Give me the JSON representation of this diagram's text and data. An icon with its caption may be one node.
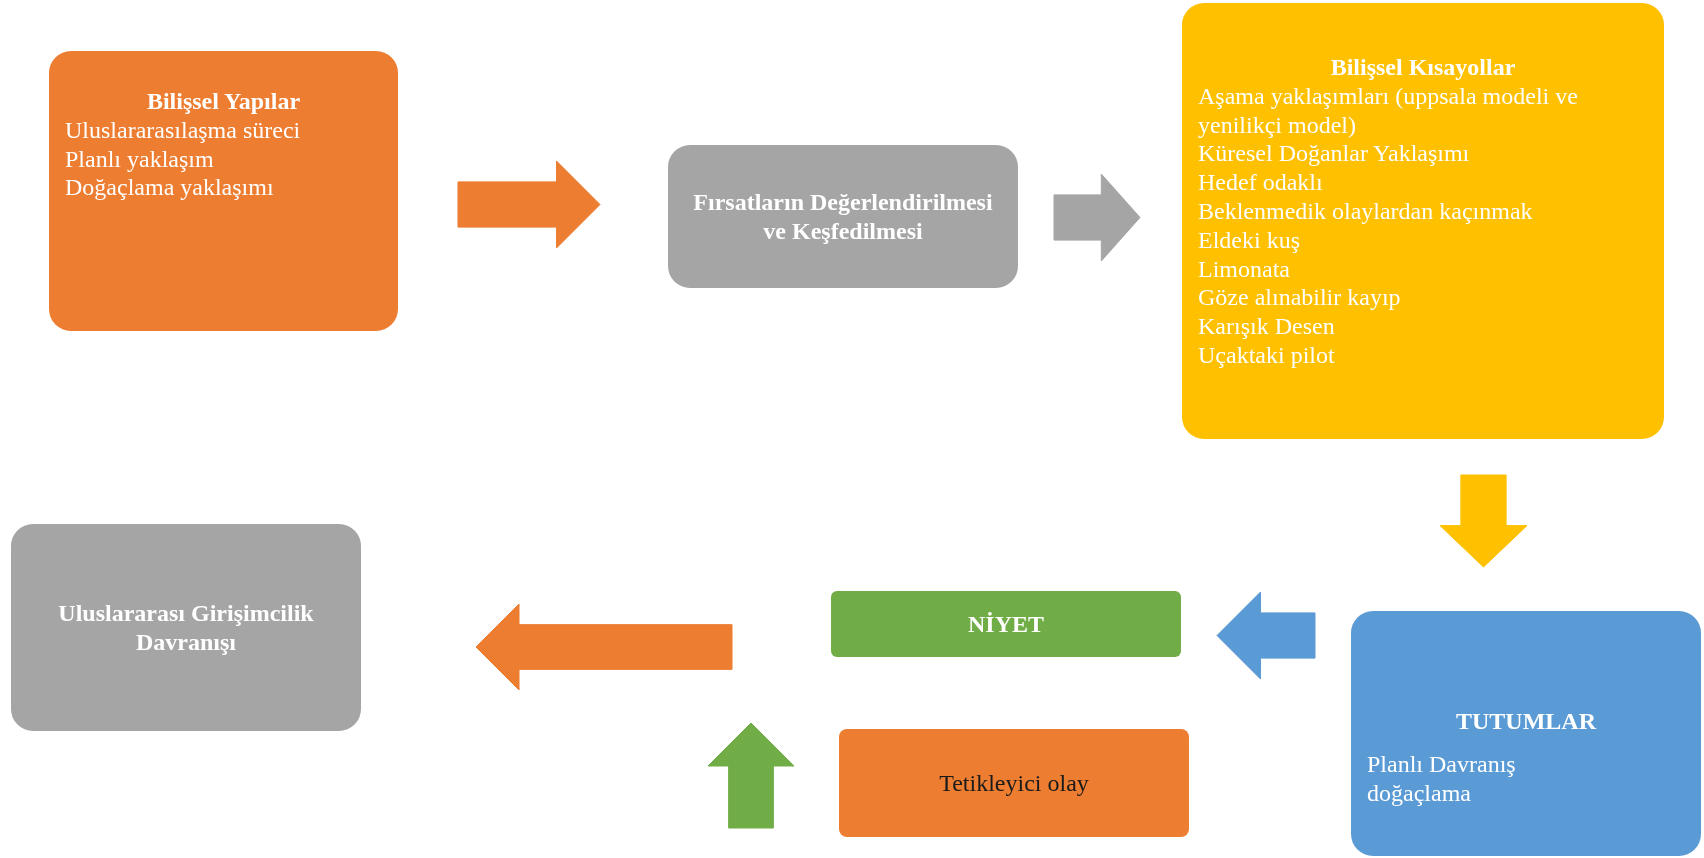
{
  "diagram": {
    "nodes": [
      {
        "text": [
          "Bilişsel Yapılar",
          "Uluslararasılaşma süreci",
          "Planlı yaklaşım",
          "Doğaçlama yaklaşımı"
        ]
      },
      {
        "text": [
          "Fırsatların Değerlendirilmesi ve Keşfedilmesi"
        ]
      },
      {
        "text": [
          "Bilişsel Kısayollar",
          "Aşama yaklaşımları (uppsala modeli ve yenilikçi model)",
          "Küresel Doğanlar Yaklaşımı",
          "Hedef odaklı",
          "Beklenmedik olaylardan kaçınmak",
          "Eldeki kuş",
          "Limonata",
          "Göze alınabilir kayıp",
          "Karışık Desen",
          "Uçaktaki pilot"
        ]
      },
      {
        "text": [
          "Uluslararası Girişimcilik Davranışı"
        ]
      },
      {
        "text": [
          "NİYET"
        ]
      },
      {
        "text": [
          "Tetikleyici olay"
        ]
      },
      {
        "text": [
          "TUTUMLAR",
          "Planlı Davranış",
          "doğaçlama"
        ]
      }
    ],
    "edges": [
      {
        "from": 0,
        "to": 1,
        "arrow": "to",
        "style": "thick",
        "color": "#ed7d31"
      },
      {
        "from": 1,
        "to": 2,
        "arrow": "to",
        "style": "thick",
        "color": "#a5a5a5"
      },
      {
        "from": 2,
        "to": 6,
        "arrow": "to",
        "style": "thick",
        "color": "#ffc000"
      },
      {
        "from": 6,
        "to": 4,
        "arrow": "to",
        "style": "thick",
        "color": "#5b9bd5"
      },
      {
        "from": 4,
        "to": 3,
        "arrow": "to",
        "style": "thick",
        "color": "#ed7d31"
      },
      {
        "from": 5,
        "to": 4,
        "arrow": "to",
        "style": "thick",
        "color": "#70ad47"
      }
    ]
  }
}
